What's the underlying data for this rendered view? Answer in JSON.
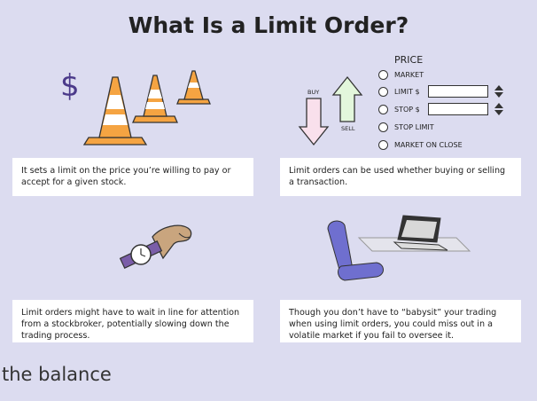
{
  "title": "What Is a Limit Order?",
  "panels": [
    {
      "text": "It sets a limit on the price you’re willing to pay or accept for a given stock."
    },
    {
      "text": "Limit orders can be used whether buying or selling a transaction."
    },
    {
      "text": "Limit orders might have to wait in line for attention from a stockbroker, potentially slowing down the trading process."
    },
    {
      "text": "Though you don’t have to “babysit” your trading when using limit orders, you could miss out in a volatile market if you fail to oversee it."
    }
  ],
  "order_form": {
    "heading": "PRICE",
    "options": [
      "MARKET",
      "LIMIT $",
      "STOP $",
      "STOP LIMIT",
      "MARKET ON CLOSE"
    ]
  },
  "arrows": {
    "buy": "BUY",
    "sell": "SELL"
  },
  "dollar_sign": "$",
  "brand": "the balance",
  "colors": {
    "background": "#dcdcf0",
    "cone_orange": "#f5a442",
    "arrow_green": "#e3f7dc",
    "arrow_pink": "#f9e0ec",
    "chair_purple": "#6f6fcf",
    "dollar_purple": "#4b3a8a"
  }
}
